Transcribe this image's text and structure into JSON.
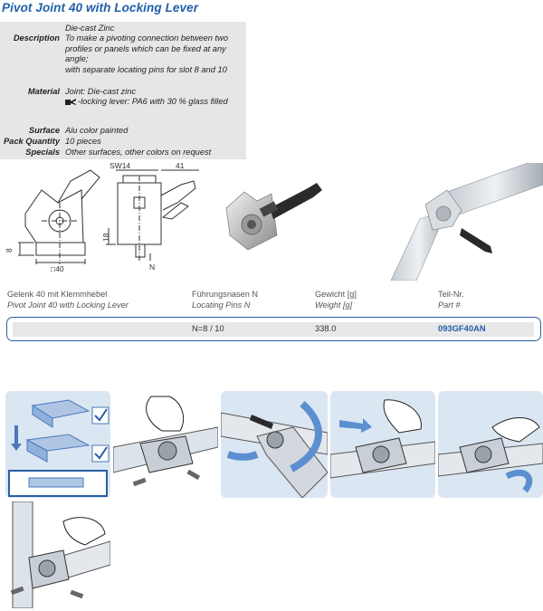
{
  "product": {
    "title": "Pivot Joint 40 with Locking Lever"
  },
  "specs": {
    "description_label": "Description",
    "description_lines": [
      "Die-cast Zinc",
      "To make a pivoting connection between two",
      "profiles or panels which can be fixed at any",
      "angle;",
      "with separate locating pins for slot 8 and 10"
    ],
    "material_label": "Material",
    "material_lines": [
      "Joint: Die-cast zinc",
      "-locking lever: PA6 with 30 % glass filled"
    ],
    "surface_label": "Surface",
    "surface_value": "Alu color painted",
    "pack_label": "Pack Quantity",
    "pack_value": "10 pieces",
    "specials_label": "Specials",
    "specials_value": "Other surfaces, other colors on request"
  },
  "dimensions": {
    "sw": "SW14",
    "w41": "41",
    "h8": "8",
    "h18": "18",
    "sq40": "□40",
    "n": "N"
  },
  "table": {
    "headers": [
      {
        "de": "Gelenk 40 mit Klemmhebel",
        "en": "Pivot Joint 40 with Locking Lever"
      },
      {
        "de": "Führungsnasen N",
        "en": "Locating Pins N"
      },
      {
        "de": "Gewicht [g]",
        "en": "Weight [g]"
      },
      {
        "de": "Teil-Nr.",
        "en": "Part #"
      }
    ],
    "rows": [
      {
        "name": "",
        "pins": "N=8 / 10",
        "weight": "338.0",
        "part": "093GF40AN"
      }
    ]
  },
  "colors": {
    "brand_blue": "#1f5fa8",
    "panel_bg": "#dbe6f3",
    "spec_bg": "#e6e6e6"
  },
  "icons": [
    "check-icon",
    "arrow-down-icon",
    "rotate-arrow-icon",
    "push-arrow-icon"
  ]
}
